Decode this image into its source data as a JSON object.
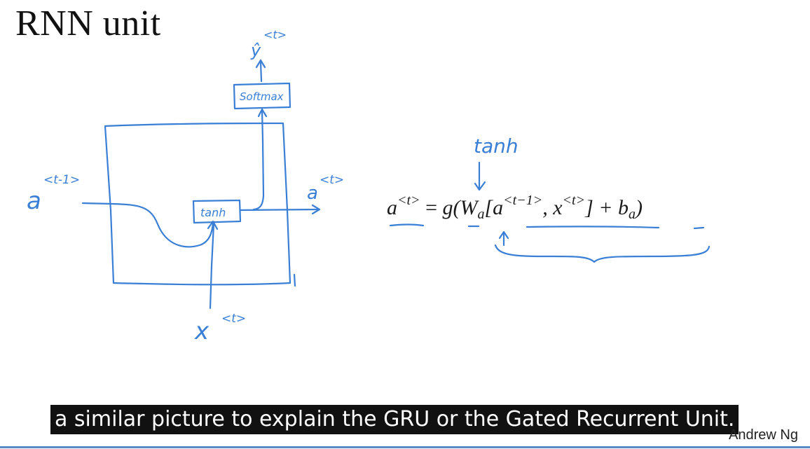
{
  "slide": {
    "title": "RNN unit",
    "author": "Andrew Ng"
  },
  "diagram": {
    "label_prev_activation": "a",
    "label_prev_activation_sup": "<t-1>",
    "label_input": "x",
    "label_input_sup": "<t>",
    "label_output_activation": "a",
    "label_output_activation_sup": "<t>",
    "label_prediction": "ŷ",
    "label_prediction_sup": "<t>",
    "box_tanh": "tanh",
    "box_softmax": "Softmax",
    "annotation_tanh": "tanh",
    "ink_color": "#3a7fd6"
  },
  "equation": {
    "lhs": "a",
    "lhs_sup": "<t>",
    "equals": " = ",
    "func": "g(W",
    "w_sub": "a",
    "bracket_open": "[a",
    "prev_sup": "<t−1>",
    "comma_x": ", x",
    "x_sup": "<t>",
    "bracket_close": "] + b",
    "b_sub": "a",
    "paren_close": ")"
  },
  "subtitle": {
    "text": "a similar picture to explain the GRU or the Gated Recurrent Unit."
  }
}
